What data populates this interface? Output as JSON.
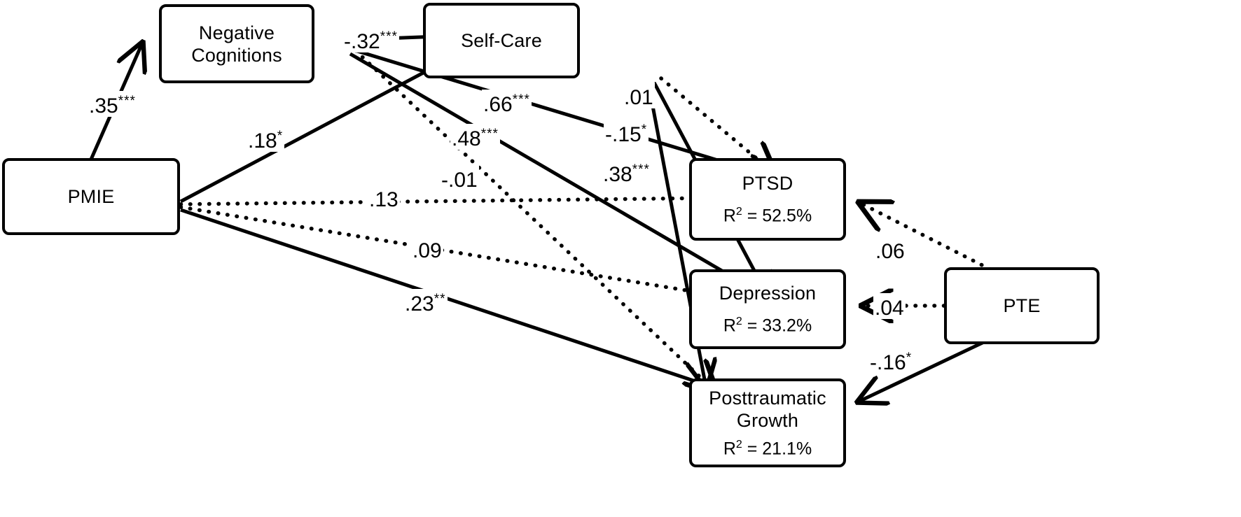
{
  "figure": {
    "type": "path-diagram",
    "title": "",
    "nodes": [
      {
        "id": "pmie",
        "label": "PMIE",
        "r2": null
      },
      {
        "id": "negcog",
        "label": "Negative\nCognitions",
        "r2": null
      },
      {
        "id": "selfcare",
        "label": "Self-Care",
        "r2": null
      },
      {
        "id": "ptsd",
        "label": "PTSD",
        "r2": "52.5%"
      },
      {
        "id": "depression",
        "label": "Depression",
        "r2": "33.2%"
      },
      {
        "id": "ptg",
        "label": "Posttraumatic\nGrowth",
        "r2": "21.1%"
      },
      {
        "id": "pte",
        "label": "PTE",
        "r2": null
      }
    ],
    "node_labels": {
      "pmie": "PMIE",
      "negcog_line1": "Negative",
      "negcog_line2": "Cognitions",
      "selfcare": "Self-Care",
      "ptsd": "PTSD",
      "depression": "Depression",
      "ptg_line1": "Posttraumatic",
      "ptg_line2": "Growth",
      "pte": "PTE"
    },
    "r2_prefix": "R",
    "r2_exp": "2",
    "r2_eq": " = ",
    "r2_values": {
      "ptsd": "52.5%",
      "depression": "33.2%",
      "ptg": "21.1%"
    },
    "paths": [
      {
        "id": "pmie_negcog",
        "from": "PMIE",
        "to": "Negative Cognitions",
        "coef": ".35",
        "stars": "***",
        "style": "solid"
      },
      {
        "id": "pmie_selfcare",
        "from": "PMIE",
        "to": "Self-Care",
        "coef": ".18",
        "stars": "*",
        "style": "solid"
      },
      {
        "id": "pmie_ptsd",
        "from": "PMIE",
        "to": "PTSD",
        "coef": ".13",
        "stars": "",
        "style": "dotted"
      },
      {
        "id": "pmie_depression",
        "from": "PMIE",
        "to": "Depression",
        "coef": ".09",
        "stars": "",
        "style": "dotted"
      },
      {
        "id": "pmie_ptg",
        "from": "PMIE",
        "to": "Posttraumatic Growth",
        "coef": ".23",
        "stars": "**",
        "style": "solid"
      },
      {
        "id": "negcog_selfcare",
        "from": "Negative Cognitions",
        "to": "Self-Care",
        "coef": "-.32",
        "stars": "***",
        "style": "solid"
      },
      {
        "id": "negcog_ptsd",
        "from": "Negative Cognitions",
        "to": "PTSD",
        "coef": ".66",
        "stars": "***",
        "style": "solid"
      },
      {
        "id": "negcog_depression",
        "from": "Negative Cognitions",
        "to": "Depression",
        "coef": ".48",
        "stars": "***",
        "style": "solid"
      },
      {
        "id": "negcog_ptg",
        "from": "Negative Cognitions",
        "to": "Posttraumatic Growth",
        "coef": "-.01",
        "stars": "",
        "style": "dotted"
      },
      {
        "id": "selfcare_ptsd",
        "from": "Self-Care",
        "to": "PTSD",
        "coef": ".01",
        "stars": "",
        "style": "dotted"
      },
      {
        "id": "selfcare_depression",
        "from": "Self-Care",
        "to": "Depression",
        "coef": "-.15",
        "stars": "*",
        "style": "solid"
      },
      {
        "id": "selfcare_ptg",
        "from": "Self-Care",
        "to": "Posttraumatic Growth",
        "coef": ".38",
        "stars": "***",
        "style": "solid"
      },
      {
        "id": "pte_ptsd",
        "from": "PTE",
        "to": "PTSD",
        "coef": ".06",
        "stars": "",
        "style": "dotted"
      },
      {
        "id": "pte_depression",
        "from": "PTE",
        "to": "Depression",
        "coef": ".04",
        "stars": "",
        "style": "dotted"
      },
      {
        "id": "pte_ptg",
        "from": "PTE",
        "to": "Posttraumatic Growth",
        "coef": "-.16",
        "stars": "*",
        "style": "solid"
      }
    ],
    "labels": {
      "p35": ".35",
      "p35s": "***",
      "p18": ".18",
      "p18s": "*",
      "p13": ".13",
      "p13s": "",
      "p09": ".09",
      "p09s": "",
      "p23": ".23",
      "p23s": "**",
      "p32": "-.32",
      "p32s": "***",
      "p66": ".66",
      "p66s": "***",
      "p48": ".48",
      "p48s": "***",
      "pm01": "-.01",
      "pm01s": "",
      "p01": ".01",
      "p01s": "",
      "pm15": "-.15",
      "pm15s": "*",
      "p38": ".38",
      "p38s": "***",
      "p06": ".06",
      "p06s": "",
      "p04": ".04",
      "p04s": "",
      "pm16": "-.16",
      "pm16s": "*"
    },
    "colors": {
      "stroke": "#000000",
      "background": "#ffffff"
    }
  }
}
